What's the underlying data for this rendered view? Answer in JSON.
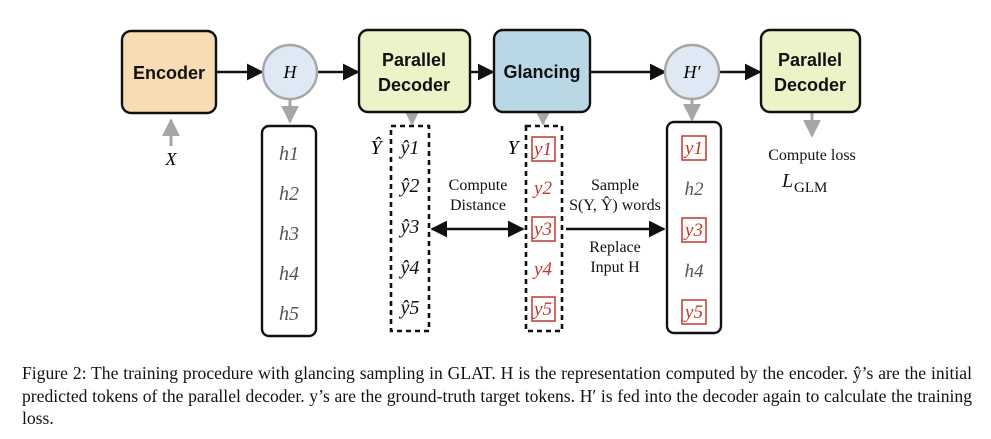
{
  "diagram": {
    "boxes": {
      "encoder": "Encoder",
      "decoder1_line1": "Parallel",
      "decoder1_line2": "Decoder",
      "glancing": "Glancing",
      "decoder2_line1": "Parallel",
      "decoder2_line2": "Decoder"
    },
    "circles": {
      "h": "H",
      "h_prime": "H′"
    },
    "input_x": "X",
    "h_column": [
      "h1",
      "h2",
      "h3",
      "h4",
      "h5"
    ],
    "yhat_column": [
      "ŷ1",
      "ŷ2",
      "ŷ3",
      "ŷ4",
      "ŷ5"
    ],
    "y_column": [
      "y1",
      "y2",
      "y3",
      "y4",
      "y5"
    ],
    "hprime_column": [
      "y1",
      "h2",
      "y3",
      "h4",
      "y5"
    ],
    "yhat_label": "Ŷ",
    "y_label": "Y",
    "compute_distance_line1": "Compute",
    "compute_distance_line2": "Distance",
    "sample_line1": "Sample",
    "sample_line2": "S(Y, Ŷ) words",
    "replace_line1": "Replace",
    "replace_line2": "Input H",
    "compute_loss": "Compute loss",
    "loss_symbol": "L",
    "loss_subscript": "GLM",
    "colors": {
      "encoder_fill": "#f8dcb4",
      "decoder_fill": "#ebf4c8",
      "glancing_fill": "#b9d7e4",
      "circle_fill": "#dfe8f5",
      "arrow_gray": "#a6a6a6",
      "token_red": "#c0392b"
    }
  },
  "caption": "Figure 2: The training procedure with glancing sampling in GLAT. H is the representation computed by the encoder. ŷ’s are the initial predicted tokens of the parallel decoder. y’s are the ground-truth target tokens. H′ is fed into the decoder again to calculate the training loss."
}
